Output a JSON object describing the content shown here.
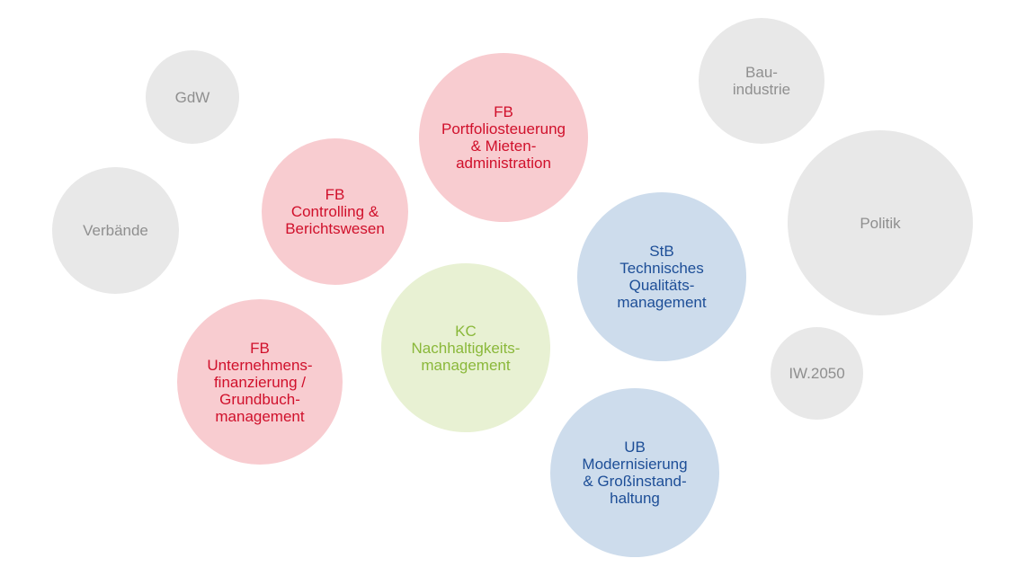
{
  "bubbles": {
    "gdw": "GdW",
    "verbaende": "Verbände",
    "controlling": "FB\nControlling &\nBerichtswesen",
    "portfolio": "FB\nPortfoliosteuerung\n& Mieten-\nadministration",
    "bau": "Bau-\nindustrie",
    "politik": "Politik",
    "stb": "StB\nTechnisches\nQualitäts-\nmanagement",
    "iw": "IW.2050",
    "kc": "KC\nNachhaltigkeits-\nmanagement",
    "finanzierung": "FB\nUnternehmens-\nfinanzierung /\nGrundbuch-\nmanagement",
    "ub": "UB\nModernisierung\n& Großinstand-\nhaltung"
  },
  "colors": {
    "gray_fill": "#e8e8e8",
    "gray_text": "#8f8f8f",
    "red_fill": "#f8ccd0",
    "red_text": "#d0102b",
    "blue_fill": "#cddcec",
    "blue_text": "#1d4e97",
    "green_fill": "#e8f1d3",
    "green_text": "#8ab83a"
  }
}
